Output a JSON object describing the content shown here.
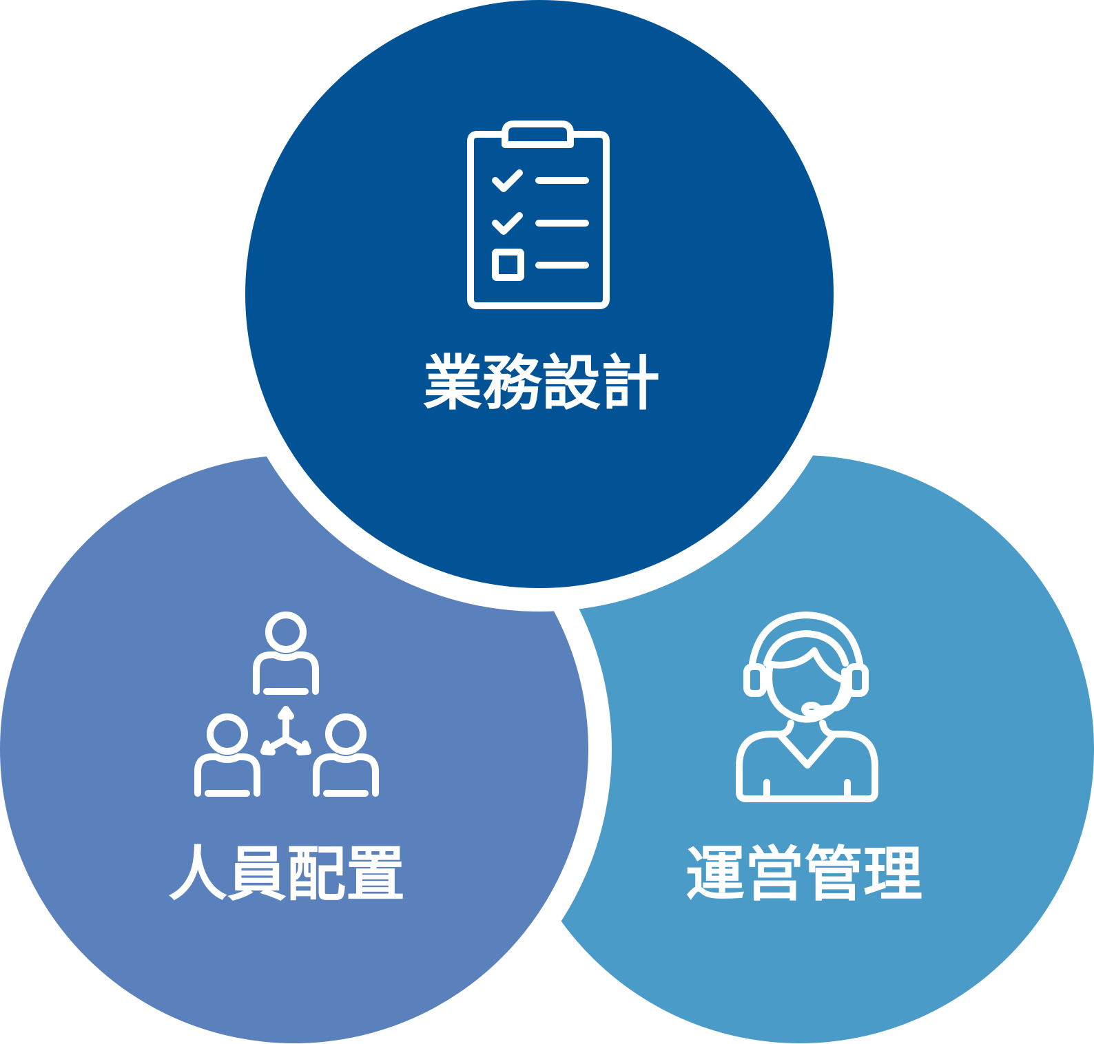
{
  "colors": {
    "top_circle": "#015395",
    "left_circle": "#5a81bb",
    "right_circle": "#4a9bc7",
    "gap": "#ffffff",
    "foreground": "#ffffff"
  },
  "circles": [
    {
      "id": "top",
      "label": "業務設計",
      "icon": "clipboard-checklist-icon"
    },
    {
      "id": "left",
      "label": "人員配置",
      "icon": "team-allocation-icon"
    },
    {
      "id": "right",
      "label": "運営管理",
      "icon": "operator-headset-icon"
    }
  ]
}
